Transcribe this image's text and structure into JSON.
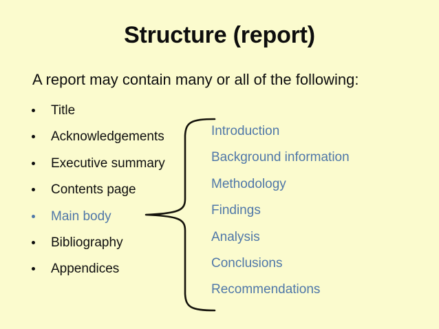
{
  "slide": {
    "title": "Structure (report)",
    "subtitle": "A report may contain many or all of the following:",
    "background_color": "#fbfbce",
    "text_color": "#0d0d0d",
    "accent_color": "#4f77a8"
  },
  "left_list": {
    "items": [
      {
        "label": "Title",
        "accent": false
      },
      {
        "label": "Acknowledgements",
        "accent": false
      },
      {
        "label": "Executive summary",
        "accent": false
      },
      {
        "label": "Contents page",
        "accent": false
      },
      {
        "label": "Main body",
        "accent": true
      },
      {
        "label": "Bibliography",
        "accent": false
      },
      {
        "label": "Appendices",
        "accent": false
      }
    ]
  },
  "right_list": {
    "items": [
      {
        "label": "Introduction"
      },
      {
        "label": "Background information"
      },
      {
        "label": "Methodology"
      },
      {
        "label": "Findings"
      },
      {
        "label": "Analysis"
      },
      {
        "label": "Conclusions"
      },
      {
        "label": "Recommendations"
      }
    ]
  },
  "connector": {
    "type": "curly-brace",
    "points_from": "Main body",
    "points_to": "right_list"
  }
}
